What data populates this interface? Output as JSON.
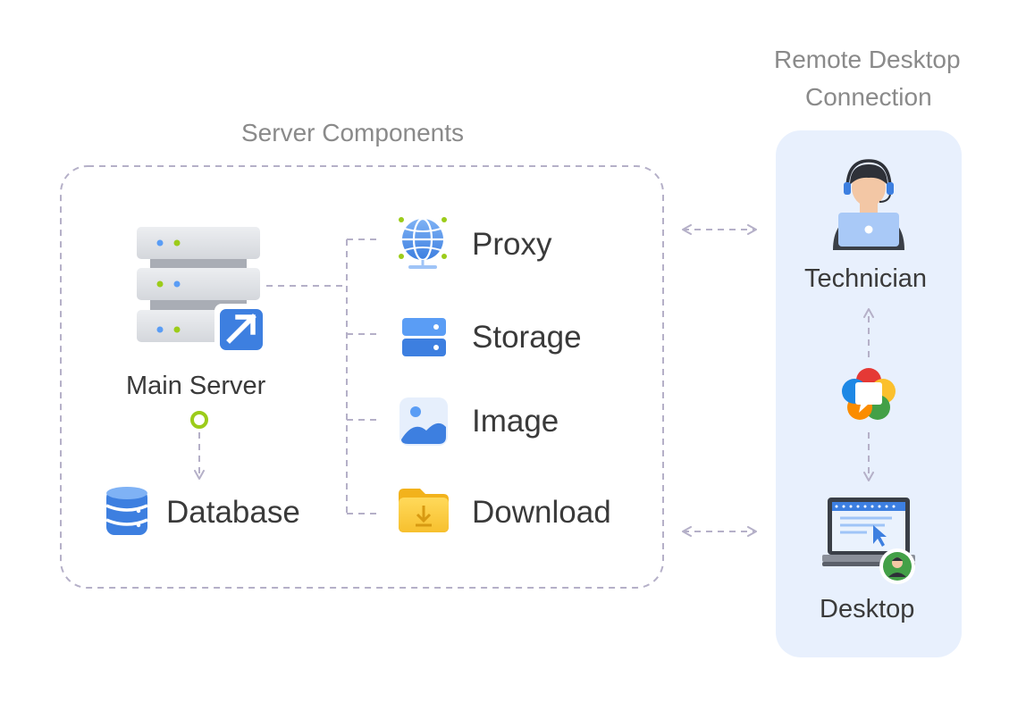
{
  "server_group": {
    "title": "Server Components",
    "main_server": "Main Server",
    "database": "Database",
    "services": [
      "Proxy",
      "Storage",
      "Image",
      "Download"
    ]
  },
  "remote_group": {
    "title_line1": "Remote Desktop",
    "title_line2": "Connection",
    "technician": "Technician",
    "desktop": "Desktop"
  },
  "icons": {
    "main_server": "server-rack-icon",
    "external_link": "external-link-icon",
    "database": "database-icon",
    "proxy": "globe-network-icon",
    "storage": "storage-drive-icon",
    "image": "image-icon",
    "download": "download-folder-icon",
    "technician": "technician-headset-icon",
    "connector": "webrtc-icon",
    "desktop": "laptop-user-icon"
  },
  "colors": {
    "dashed_line": "#b5b0c8",
    "remote_panel": "#e8f0fd",
    "accent_blue": "#3d7fe0",
    "green_dot": "#9ccc1a"
  }
}
